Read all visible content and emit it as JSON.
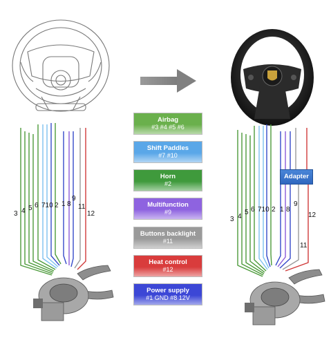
{
  "legend": [
    {
      "title": "Airbag",
      "sub": "#3 #4 #5 #6",
      "color": "#6ab04c"
    },
    {
      "title": "Shift Paddles",
      "sub": "#7 #10",
      "color": "#5aa7e8"
    },
    {
      "title": "Horn",
      "sub": "#2",
      "color": "#3f9a3c"
    },
    {
      "title": "Multifunction",
      "sub": "#9",
      "color": "#8e63e0"
    },
    {
      "title": "Buttons backlight",
      "sub": "#11",
      "color": "#9a9a9a"
    },
    {
      "title": "Heat control",
      "sub": "#12",
      "color": "#d93c3c"
    },
    {
      "title": "Power supply",
      "sub": "#1 GND #8 12V",
      "color": "#3c47d6"
    }
  ],
  "adapter": {
    "label": "Adapter"
  },
  "left_pins": {
    "p3": "3",
    "p4": "4",
    "p5": "5",
    "p6": "6",
    "p710": "710",
    "p2": "2",
    "p1": "1",
    "p8": "8",
    "p9": "9",
    "p11": "11",
    "p12": "12"
  },
  "right_pins": {
    "p3": "3",
    "p4": "4",
    "p5": "5",
    "p6": "6",
    "p710": "710",
    "p2": "2",
    "p1": "1",
    "p8": "8",
    "p9": "9",
    "p12": "12",
    "p11": "11"
  },
  "colors": {
    "arrow": "#8a8a8a",
    "green": "#4c9a3a",
    "lightblue": "#7cc0f0",
    "blue": "#3549c9",
    "purple": "#8a5ad8",
    "red": "#d03a3a",
    "gray": "#9a9a9a"
  }
}
